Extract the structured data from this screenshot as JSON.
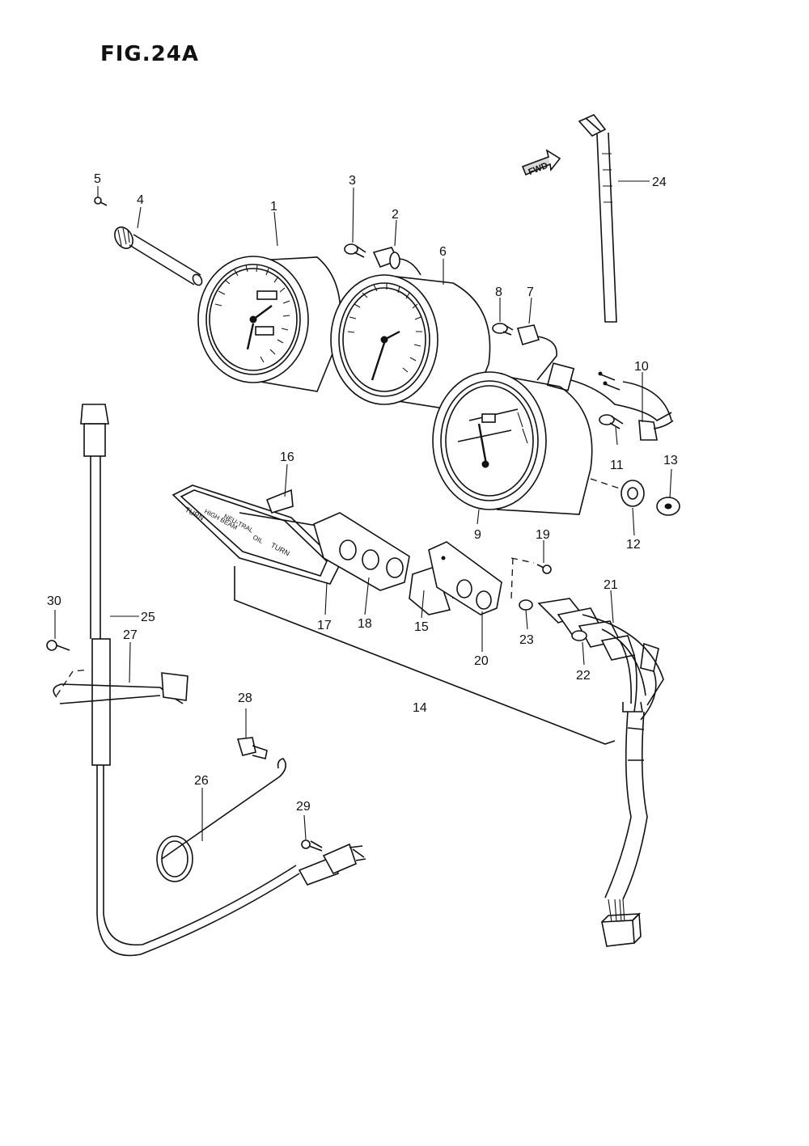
{
  "figure": {
    "title": "FIG.24A",
    "fwd_label": "FWD"
  },
  "callouts": [
    "1",
    "2",
    "3",
    "4",
    "5",
    "6",
    "7",
    "8",
    "9",
    "10",
    "11",
    "12",
    "13",
    "14",
    "15",
    "16",
    "17",
    "18",
    "19",
    "20",
    "21",
    "22",
    "23",
    "24",
    "25",
    "26",
    "27",
    "28",
    "29",
    "30"
  ],
  "panel_text": {
    "turn_left": "TURN",
    "high_beam": "HIGH BEAM",
    "neutral": "NEU-TRAL",
    "oil": "OIL",
    "turn_right": "TURN"
  }
}
